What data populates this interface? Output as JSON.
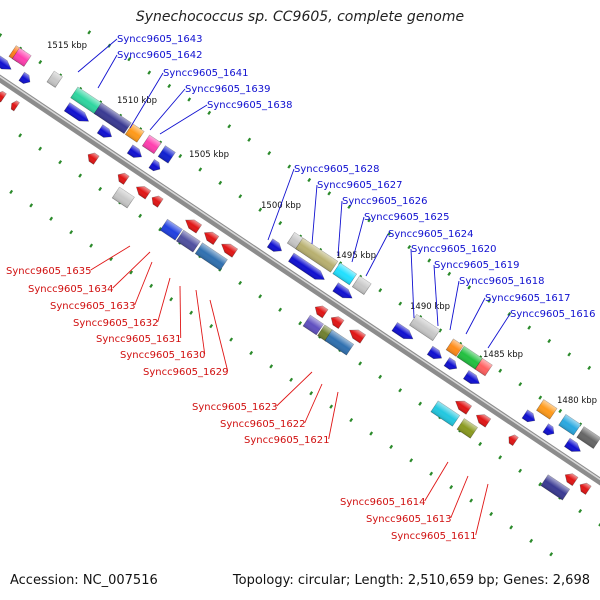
{
  "title": "Synechococcus sp. CC9605, complete genome",
  "accession": "Accession: NC_007516",
  "topology": "Topology: circular; Length: 2,510,659 bp; Genes: 2,698",
  "colors": {
    "forward": "#1010d0",
    "reverse": "#d01010",
    "backbone": "#8c8c8c"
  },
  "kbp_marks": [
    "1515 kbp",
    "1510 kbp",
    "1505 kbp",
    "1500 kbp",
    "1495 kbp",
    "1490 kbp",
    "1485 kbp",
    "1480 kbp"
  ],
  "forward_genes": [
    "Syncc9605_1643",
    "Syncc9605_1642",
    "Syncc9605_1641",
    "Syncc9605_1639",
    "Syncc9605_1638",
    "Syncc9605_1628",
    "Syncc9605_1627",
    "Syncc9605_1626",
    "Syncc9605_1625",
    "Syncc9605_1624",
    "Syncc9605_1620",
    "Syncc9605_1619",
    "Syncc9605_1618",
    "Syncc9605_1617",
    "Syncc9605_1616"
  ],
  "reverse_genes": [
    "Syncc9605_1635",
    "Syncc9605_1634",
    "Syncc9605_1633",
    "Syncc9605_1632",
    "Syncc9605_1631",
    "Syncc9605_1630",
    "Syncc9605_1629",
    "Syncc9605_1623",
    "Syncc9605_1622",
    "Syncc9605_1621",
    "Syncc9605_1614",
    "Syncc9605_1613",
    "Syncc9605_1611"
  ]
}
